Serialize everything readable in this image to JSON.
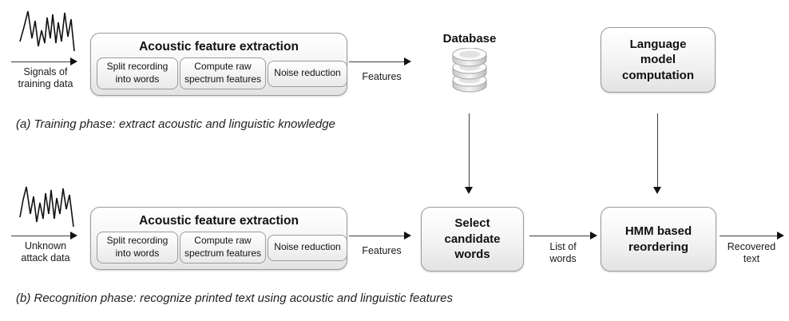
{
  "colors": {
    "box_border": "#9b9b9b",
    "box_gradient_top": "#ffffff",
    "box_gradient_bottom": "#e3e3e3",
    "arrow": "#111111",
    "text": "#111111"
  },
  "icons": {
    "training_signal": "waveform-icon",
    "attack_signal": "waveform-icon",
    "database": "database-cylinder-icon"
  },
  "phase_a": {
    "input_label": "Signals of\ntraining data",
    "afe_title": "Acoustic feature extraction",
    "afe_steps": [
      "Split recording\ninto words",
      "Compute raw\nspectrum features",
      "Noise reduction"
    ],
    "features_label": "Features",
    "database_title": "Database",
    "language_model_label": "Language\nmodel\ncomputation",
    "caption": "(a) Training phase: extract acoustic and linguistic knowledge"
  },
  "phase_b": {
    "input_label": "Unknown\nattack data",
    "afe_title": "Acoustic feature extraction",
    "afe_steps": [
      "Split recording\ninto words",
      "Compute raw\nspectrum features",
      "Noise reduction"
    ],
    "features_label": "Features",
    "select_candidate_label": "Select\ncandidate\nwords",
    "list_of_words_label": "List of\nwords",
    "hmm_label": "HMM based\nreordering",
    "recovered_label": "Recovered\ntext",
    "caption": "(b) Recognition phase: recognize printed text using acoustic and linguistic features"
  }
}
